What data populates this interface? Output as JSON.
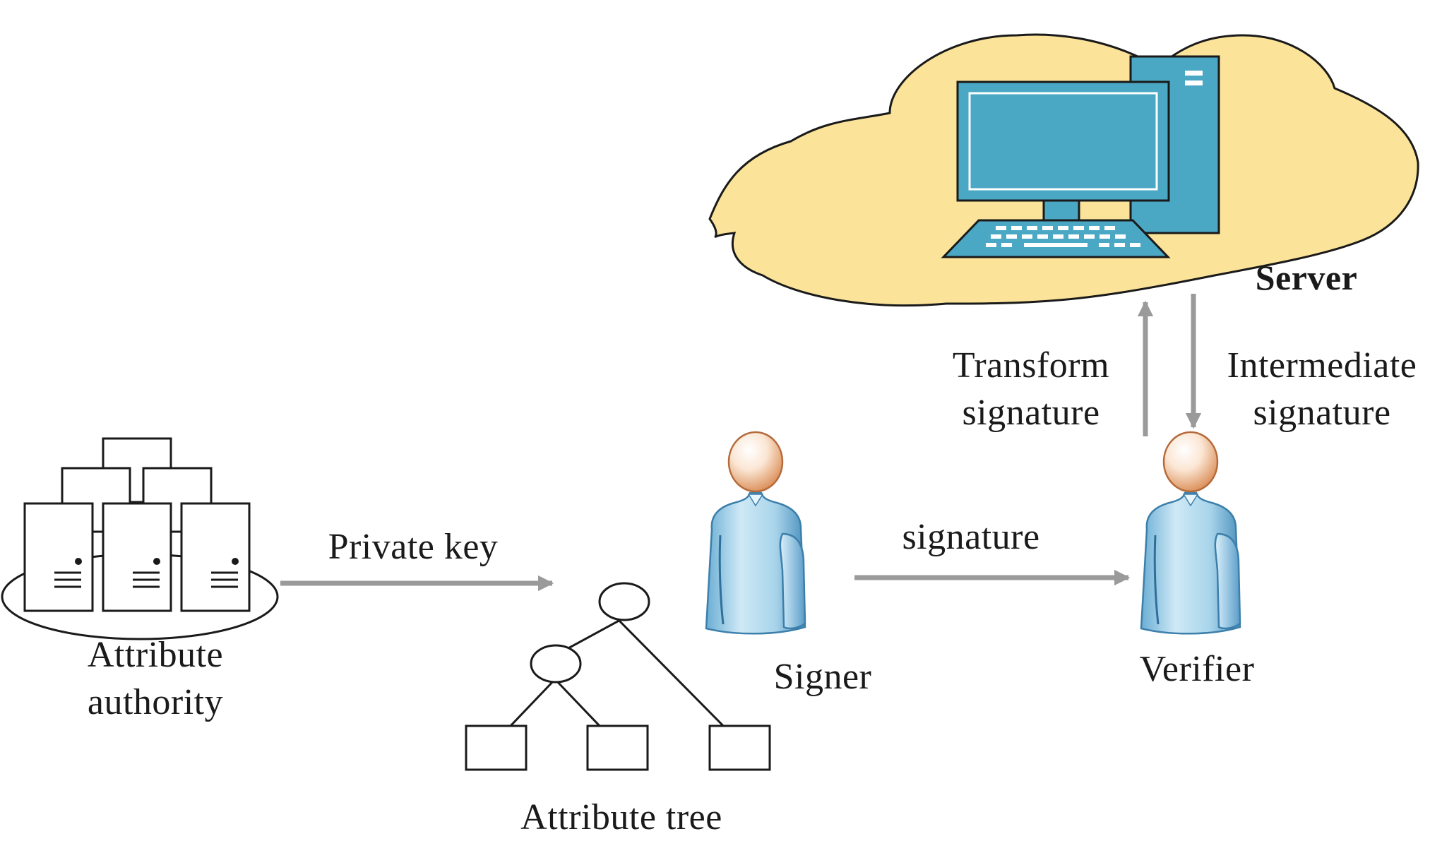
{
  "labels": {
    "server": "Server",
    "transform_l1": "Transform",
    "transform_l2": "signature",
    "intermediate_l1": "Intermediate",
    "intermediate_l2": "signature",
    "private_key": "Private key",
    "signature": "signature",
    "authority_l1": "Attribute",
    "authority_l2": "authority",
    "attribute_tree": "Attribute tree",
    "signer": "Signer",
    "verifier": "Verifier"
  },
  "colors": {
    "cloud_fill": "#fbe49a",
    "monitor_blue": "#4aa8c4",
    "arrow_gray": "#9a9a9a",
    "person_shirt": "#a8d4ea",
    "person_head": "#f2c8a6"
  },
  "icons": {
    "cloud": "cloud-icon",
    "computer": "desktop-computer-icon",
    "servers": "server-cluster-icon",
    "tree": "attribute-tree-icon",
    "person": "person-icon"
  }
}
